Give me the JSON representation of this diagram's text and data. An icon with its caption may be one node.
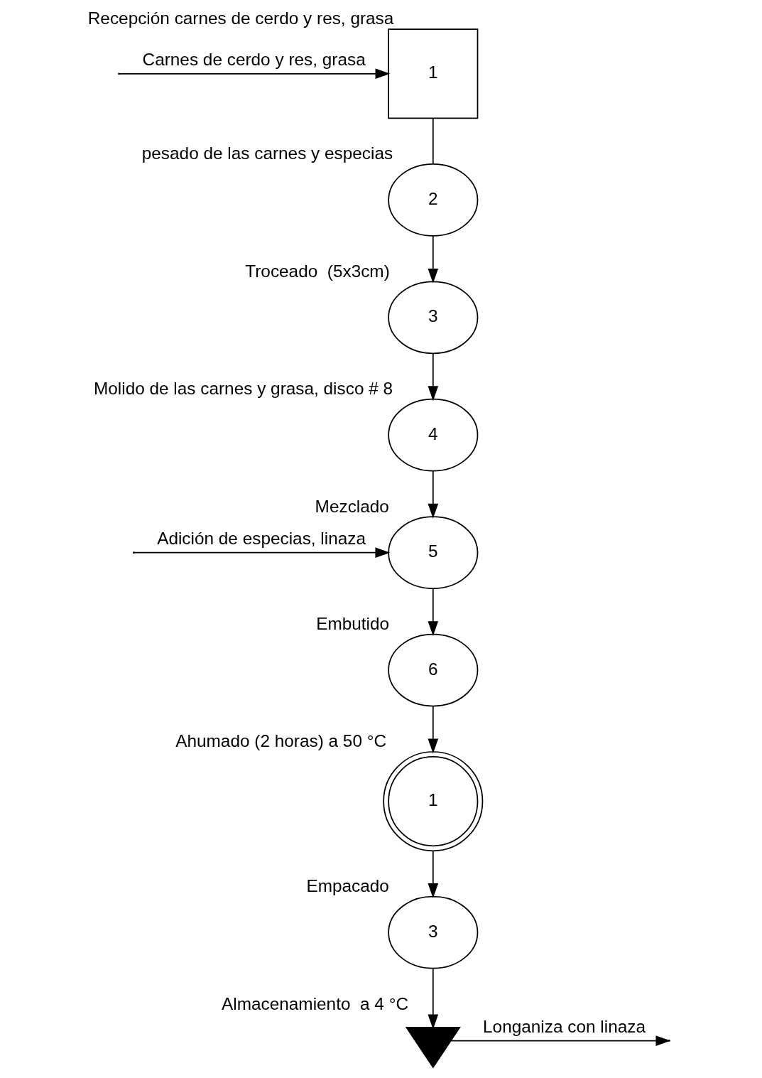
{
  "diagram": {
    "nodes": [
      {
        "text": [
          "1"
        ],
        "beside": [
          "Recepción carnes de cerdo y res, grasa"
        ]
      },
      {
        "text": [
          "2"
        ],
        "beside": [
          "pesado de las carnes y especias"
        ]
      },
      {
        "text": [
          "3"
        ],
        "beside": [
          "Troceado  (5x3cm)"
        ]
      },
      {
        "text": [
          "4"
        ],
        "beside": [
          "Molido de las carnes y grasa, disco # 8"
        ]
      },
      {
        "text": [
          "5"
        ],
        "beside": [
          "Mezclado"
        ]
      },
      {
        "text": [
          "6"
        ],
        "beside": [
          "Embutido"
        ]
      },
      {
        "text": [
          "1"
        ],
        "beside": [
          "Ahumado (2 horas) a 50 °C"
        ]
      },
      {
        "text": [
          "3"
        ],
        "beside": [
          "Empacado"
        ]
      },
      {
        "text": [],
        "shape": "triangle",
        "beside": [
          "Almacenamiento  a 4 °C"
        ]
      }
    ],
    "edges": [
      {
        "from": null,
        "to": 0,
        "arrow": "to",
        "label": "Carnes de cerdo y res, grasa"
      },
      {
        "from": 0,
        "to": 1,
        "arrow": "none"
      },
      {
        "from": 1,
        "to": 2,
        "arrow": "to"
      },
      {
        "from": 2,
        "to": 3,
        "arrow": "to"
      },
      {
        "from": 3,
        "to": 4,
        "arrow": "to"
      },
      {
        "from": null,
        "to": 4,
        "arrow": "to",
        "label": "Adición de especias, linaza"
      },
      {
        "from": 4,
        "to": 5,
        "arrow": "to"
      },
      {
        "from": 5,
        "to": 6,
        "arrow": "to"
      },
      {
        "from": 6,
        "to": 7,
        "arrow": "to"
      },
      {
        "from": 7,
        "to": 8,
        "arrow": "to"
      },
      {
        "from": 8,
        "to": null,
        "arrow": "to",
        "label": "Longaniza con linaza"
      }
    ]
  }
}
